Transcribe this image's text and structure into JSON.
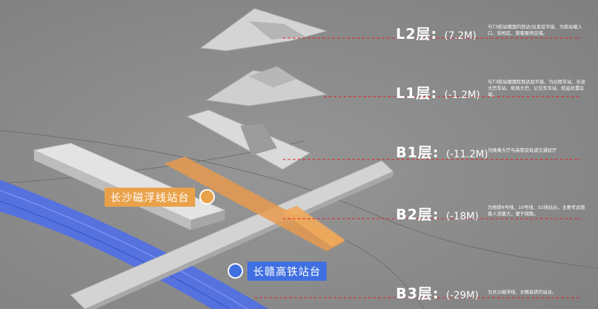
{
  "levels": [
    {
      "name": "L2层:",
      "elevation": "(7.2M)",
      "description": "与T3航站楼国内到达/出发层平接，为航站楼入口、安检区、旅客服务区域。"
    },
    {
      "name": "L1层:",
      "elevation": "(-1.2M)",
      "description": "与T3航站楼国际到达层平接，为出租车站、长途大巴车站、机场大巴、公交车车站、航延处置区域。"
    },
    {
      "name": "B1层:",
      "elevation": "(-11.2M)",
      "description": "为换乘大厅与高铁及轨道交通层厅"
    },
    {
      "name": "B2层:",
      "elevation": "(-18M)",
      "description": "为地铁6号线、10号线、S2线站台，主要考虑旅客人流量大，便于疏散。"
    },
    {
      "name": "B3层:",
      "elevation": "(-29M)",
      "description": "为长沙磁浮线、长赣高铁的站台。"
    }
  ],
  "stations": {
    "maglev": {
      "label": "长沙磁浮线站台",
      "color": "#e9a24a"
    },
    "hsr": {
      "label": "长赣高铁站台",
      "color": "#3f6fe0"
    }
  },
  "colors": {
    "dashed_line": "#e0202a",
    "text": "#ffffff",
    "rail_blue": "#4f6fe8",
    "corridor_orange": "#e69a4e"
  }
}
